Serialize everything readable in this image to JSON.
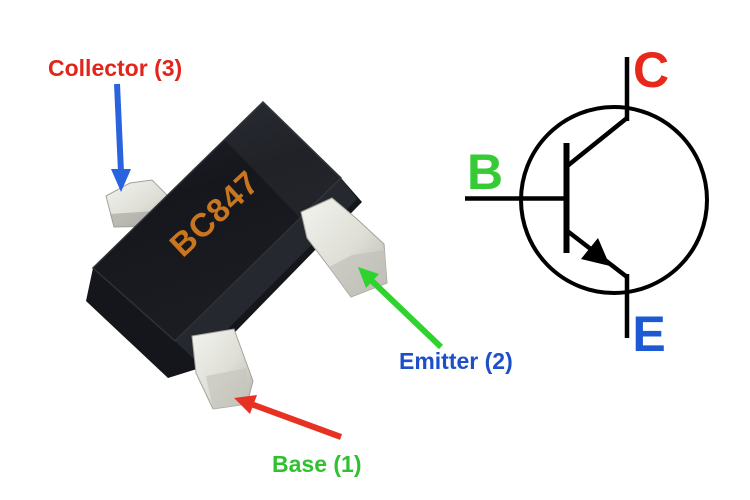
{
  "title": "BC847 SOT-23 transistor pinout diagram",
  "photo": {
    "marking": "BC847",
    "marking_color": "#c9761f",
    "labels": {
      "collector": "Collector (3)",
      "emitter": "Emitter (2)",
      "base": "Base (1)"
    },
    "label_colors": {
      "collector": "#e1251b",
      "emitter": "#1d4fc9",
      "base": "#30c131"
    },
    "arrow_colors": {
      "collector": "#2a63de",
      "emitter": "#2ed32e",
      "base": "#e73122"
    }
  },
  "schematic": {
    "type": "NPN bipolar transistor symbol",
    "line_color": "#000000",
    "pins": {
      "collector": {
        "letter": "C",
        "color": "#e8281a"
      },
      "base": {
        "letter": "B",
        "color": "#34cb34"
      },
      "emitter": {
        "letter": "E",
        "color": "#1c59d2"
      }
    }
  },
  "background": "#ffffff"
}
